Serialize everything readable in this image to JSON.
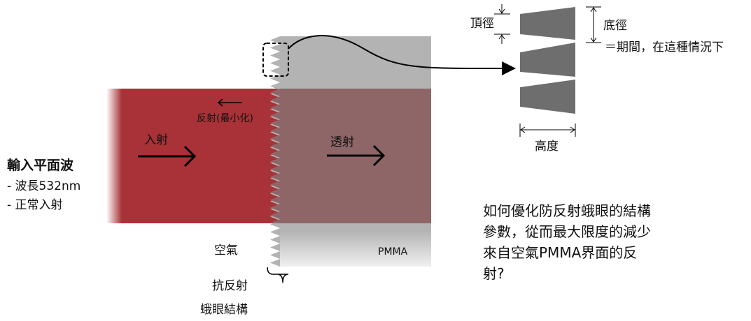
{
  "input": {
    "title": "輸入平面波",
    "lines": [
      "- 波長532nm",
      "- 正常入射"
    ]
  },
  "beam": {
    "incident_label": "入射",
    "reflection_label": "反射(最小化)",
    "transmission_label": "透射"
  },
  "media": {
    "left": "空氣",
    "right": "PMMA"
  },
  "structure_caption": [
    "抗反射",
    "蛾眼結構"
  ],
  "detail": {
    "top_diameter": "頂徑",
    "bottom_diameter": "底徑",
    "period_note": "＝期間，在這種情況下",
    "height": "高度"
  },
  "question": "如何優化防反射蛾眼的結構參數，從而最大限度的減少來自空氣PMMA界面的反射?",
  "colors": {
    "beam_red": "#a83237",
    "pmma_gray": "#b3b3b3",
    "overlap": "#8e6668",
    "cone_gray": "#6e6e6e"
  }
}
